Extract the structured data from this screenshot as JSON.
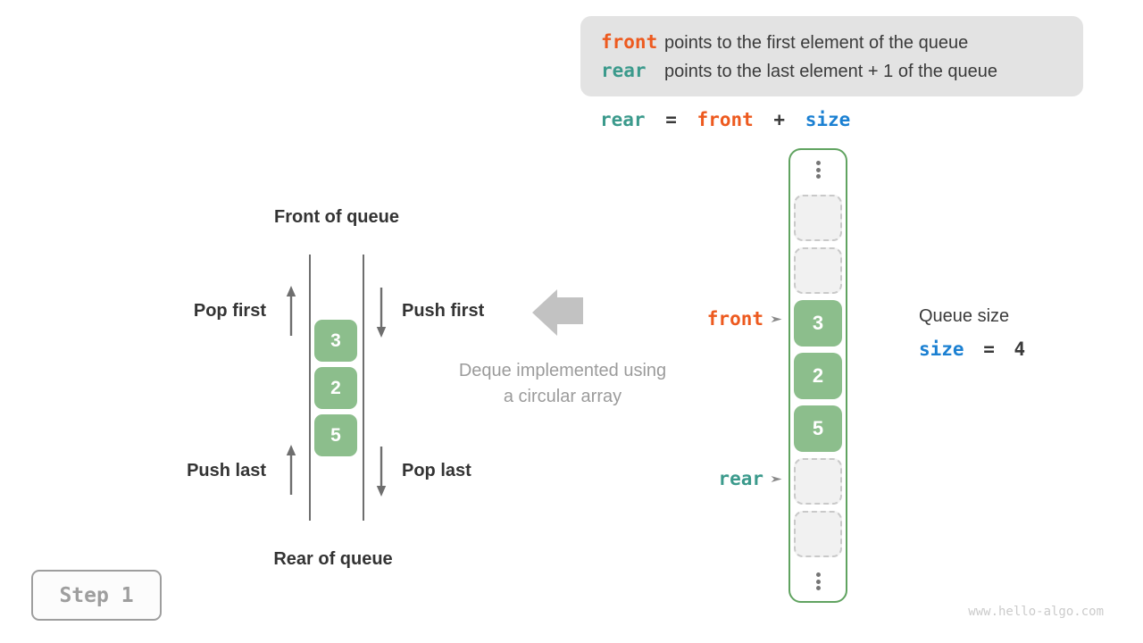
{
  "colors": {
    "front_orange": "#ed5a1f",
    "rear_teal": "#3b9a8c",
    "size_blue": "#1b80d2",
    "cell_green": "#8cbe8c",
    "container_green_border": "#60a360",
    "legend_bg": "#e3e3e3",
    "gray_caption": "#9b9b9b",
    "arrow_gray": "#6e6e6e",
    "block_arrow_gray": "#c2c2c2"
  },
  "legend": {
    "lines": [
      {
        "keyword": "front",
        "text": "points to the first element of the queue"
      },
      {
        "keyword": "rear",
        "text": "points to the last element + 1 of the queue"
      }
    ]
  },
  "formula": {
    "lhs": "rear",
    "eq": "=",
    "rhs1": "front",
    "plus": "+",
    "rhs2": "size"
  },
  "deque": {
    "front_of_queue": "Front of queue",
    "rear_of_queue": "Rear of queue",
    "pop_first": "Pop first",
    "push_first": "Push first",
    "push_last": "Push last",
    "pop_last": "Pop last",
    "values": [
      "3",
      "2",
      "5"
    ]
  },
  "caption": {
    "line1": "Deque implemented using",
    "line2": "a circular array"
  },
  "array": {
    "cells": [
      {
        "type": "empty",
        "value": ""
      },
      {
        "type": "empty",
        "value": ""
      },
      {
        "type": "filled",
        "value": "3"
      },
      {
        "type": "filled",
        "value": "2"
      },
      {
        "type": "filled",
        "value": "5"
      },
      {
        "type": "empty",
        "value": ""
      },
      {
        "type": "empty",
        "value": ""
      }
    ],
    "front_pointer_label": "front",
    "rear_pointer_label": "rear"
  },
  "queue_size": {
    "label": "Queue size",
    "variable": "size",
    "eq": "=",
    "value": "4"
  },
  "step_badge": {
    "label": "Step 1"
  },
  "watermark": "www.hello-algo.com"
}
